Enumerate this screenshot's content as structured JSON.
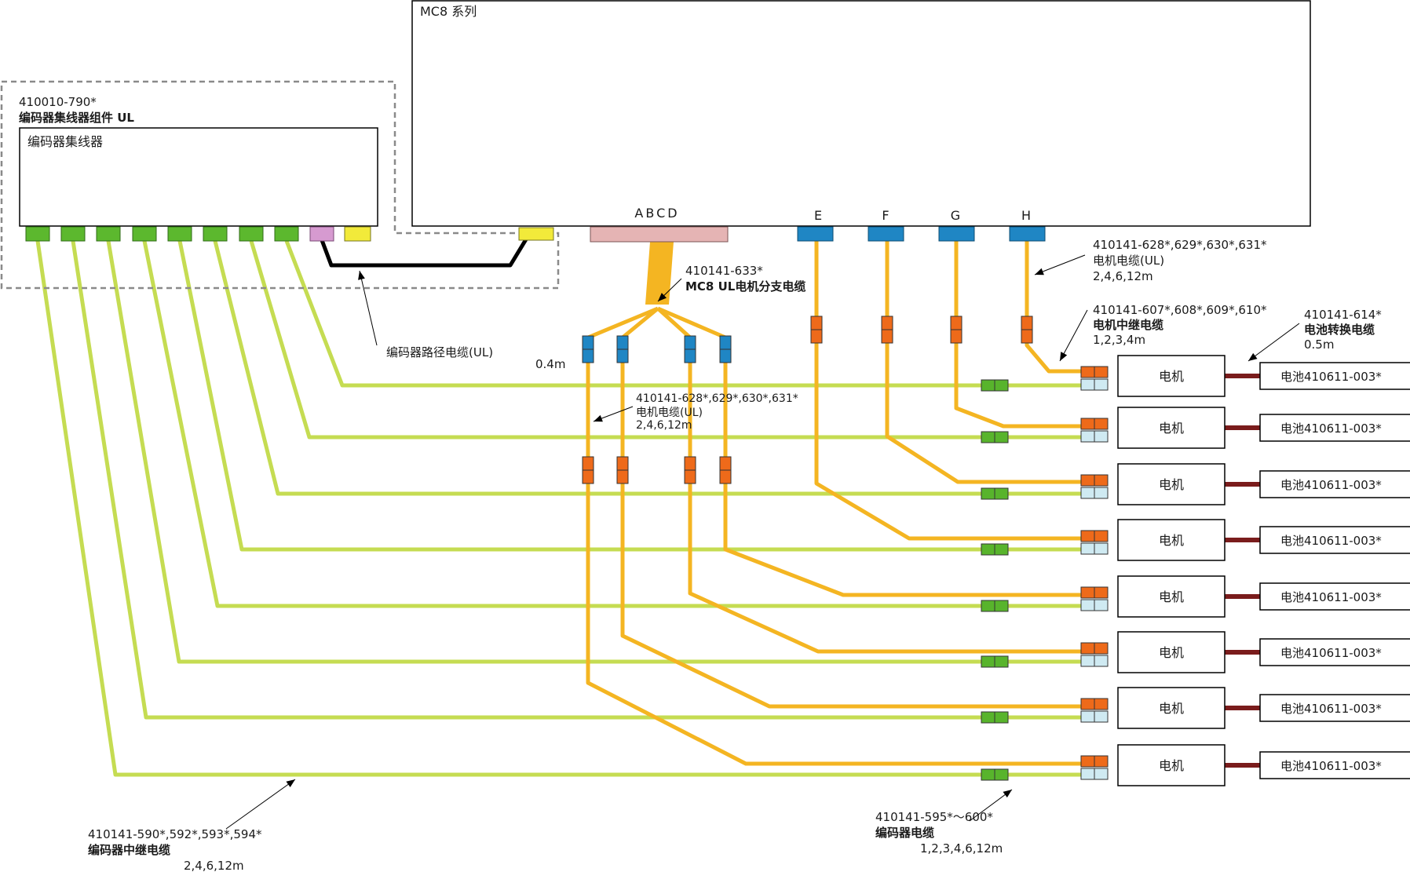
{
  "controller": {
    "title": "MC8 系列",
    "ports": [
      "ABCD",
      "E",
      "F",
      "G",
      "H"
    ]
  },
  "hub": {
    "part_number": "410010-790*",
    "assembly_label": "编码器集线器组件 UL",
    "title": "编码器集线器"
  },
  "cables": {
    "encoder_path": {
      "name": "编码器路径电缆(UL)"
    },
    "motor_branch": {
      "part_number": "410141-633*",
      "name": "MC8 UL电机分支电缆",
      "length": "0.4m"
    },
    "motor_cable_right": {
      "part_number": "410141-628*,629*,630*,631*",
      "name": "电机电缆(UL)",
      "lengths": "2,4,6,12m"
    },
    "motor_cable_left": {
      "part_number": "410141-628*,629*,630*,631*",
      "name": "电机电缆(UL)",
      "lengths": "2,4,6,12m"
    },
    "motor_relay": {
      "part_number": "410141-607*,608*,609*,610*",
      "name": "电机中继电缆",
      "lengths": "1,2,3,4m"
    },
    "battery_adapter": {
      "part_number": "410141-614*",
      "name": "电池转换电缆",
      "length": "0.5m"
    },
    "encoder_relay": {
      "part_number": "410141-590*,592*,593*,594*",
      "name": "编码器中继电缆",
      "lengths": "2,4,6,12m"
    },
    "encoder_cable": {
      "part_number": "410141-595*～600*",
      "name": "编码器电缆",
      "lengths": "1,2,3,4,6,12m"
    }
  },
  "motors": [
    {
      "label": "电机",
      "battery": "电池410611-003*"
    },
    {
      "label": "电机",
      "battery": "电池410611-003*"
    },
    {
      "label": "电机",
      "battery": "电池410611-003*"
    },
    {
      "label": "电机",
      "battery": "电池410611-003*"
    },
    {
      "label": "电机",
      "battery": "电池410611-003*"
    },
    {
      "label": "电机",
      "battery": "电池410611-003*"
    },
    {
      "label": "电机",
      "battery": "电池410611-003*"
    },
    {
      "label": "电机",
      "battery": "电池410611-003*"
    }
  ],
  "colors": {
    "encoder_cable": "#c5dc52",
    "motor_cable": "#f4b522",
    "encoder_port": "#5cb82e",
    "motor_port": "#1f86c4",
    "relay_connector": "#ee6a1a",
    "abcd_port": "#e5b4b4",
    "pink_port": "#d69ad0",
    "yellow_port": "#f2ea3a",
    "encoder_connector": "#58b42c",
    "light_connector": "#cfeaf2",
    "battery_cable": "#7a1c1c"
  }
}
